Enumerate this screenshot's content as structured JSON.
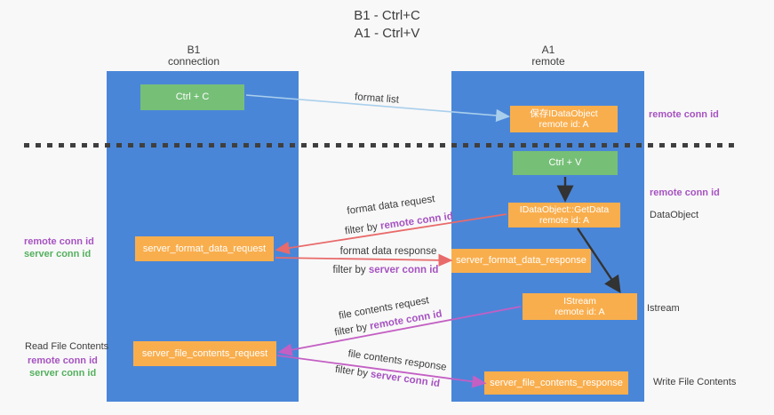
{
  "title": {
    "line1": "B1 - Ctrl+C",
    "line2": "A1 - Ctrl+V"
  },
  "columns": {
    "left": {
      "name": "B1",
      "role": "connection"
    },
    "right": {
      "name": "A1",
      "role": "remote"
    }
  },
  "nodes": {
    "ctrl_c": {
      "label": "Ctrl + C"
    },
    "ctrl_v": {
      "label": "Ctrl + V"
    },
    "save_dataobject": {
      "line1": "保存IDataObject",
      "line2": "remote id: A"
    },
    "getdata": {
      "line1": "IDataObject::GetData",
      "line2": "remote id: A"
    },
    "istream": {
      "line1": "IStream",
      "line2": "remote id: A"
    },
    "server_format_data_request": {
      "label": "server_format_data_request"
    },
    "server_format_data_response": {
      "label": "server_format_data_response"
    },
    "server_file_contents_request": {
      "label": "server_file_contents_request"
    },
    "server_file_contents_response": {
      "label": "server_file_contents_response"
    }
  },
  "edge_labels": {
    "format_list": "format list",
    "format_data_request": "format data request",
    "format_data_response": "format data response",
    "file_contents_request": "file contents request",
    "file_contents_response": "file contents response",
    "filter_by": "filter by ",
    "remote_conn_id": "remote conn id",
    "server_conn_id": "server conn id"
  },
  "side_labels": {
    "remote_conn_id_right_top": "remote conn id",
    "remote_conn_id_right_mid": "remote conn id",
    "dataobject": "DataObject",
    "istream": "Istream",
    "write_file_contents": "Write File Contents",
    "read_file_contents": "Read File Contents",
    "remote_conn_id_left_1": "remote conn id",
    "server_conn_id_left_1": "server conn id",
    "remote_conn_id_left_2": "remote conn id",
    "server_conn_id_left_2": "server conn id"
  },
  "colors": {
    "background": "#f8f8f8",
    "column_blue": "#4a86d8",
    "box_orange": "#f9ae4d",
    "box_green": "#76bf77",
    "arrow_light_blue": "#a9cfec",
    "arrow_red": "#e96a6a",
    "arrow_magenta": "#c45fc4",
    "arrow_black": "#333333",
    "text_purple": "#a653c1",
    "text_green": "#54b05e",
    "dashed_line": "#3f3f3f"
  }
}
